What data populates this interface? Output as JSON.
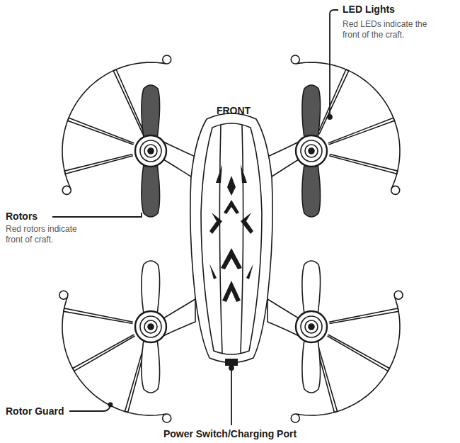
{
  "diagram": {
    "labels": [
      "LED Lights",
      "Red LEDs indicate the front of the craft.",
      "FRONT",
      "Rotors",
      "Red rotors indicate front of craft.",
      "Rotor Guard",
      "Power Switch/Charging Port"
    ]
  }
}
